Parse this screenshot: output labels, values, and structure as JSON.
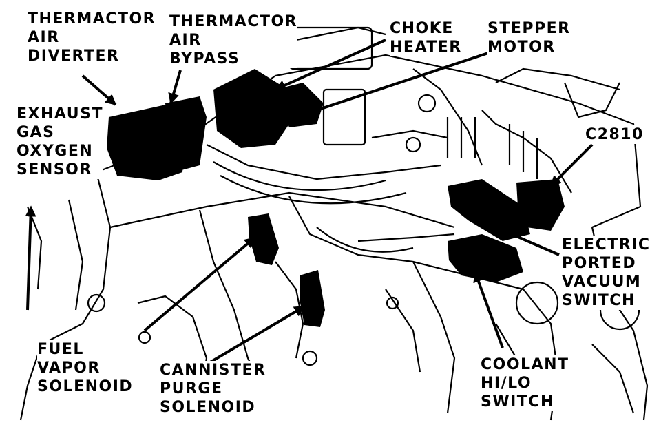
{
  "labels": {
    "thermactor_air_diverter": [
      "THERMACTOR",
      "AIR",
      "DIVERTER"
    ],
    "thermactor_air_bypass": [
      "THERMACTOR",
      "AIR",
      "BYPASS"
    ],
    "choke_heater": [
      "CHOKE",
      "HEATER"
    ],
    "stepper_motor": [
      "STEPPER",
      "MOTOR"
    ],
    "exhaust_gas_oxygen_sensor": [
      "EXHAUST",
      "GAS",
      "OXYGEN",
      "SENSOR"
    ],
    "c2810": [
      "C2810"
    ],
    "electric_ported_vacuum_switch": [
      "ELECTRIC",
      "PORTED",
      "VACUUM",
      "SWITCH"
    ],
    "fuel_vapor_solenoid": [
      "FUEL",
      "VAPOR",
      "SOLENOID"
    ],
    "cannister_purge_solenoid": [
      "CANNISTER",
      "PURGE",
      "SOLENOID"
    ],
    "coolant_hi_lo_switch": [
      "COOLANT",
      "HI/LO",
      "SWITCH"
    ]
  },
  "colors": {
    "ink": "#000000",
    "paper": "#ffffff"
  }
}
